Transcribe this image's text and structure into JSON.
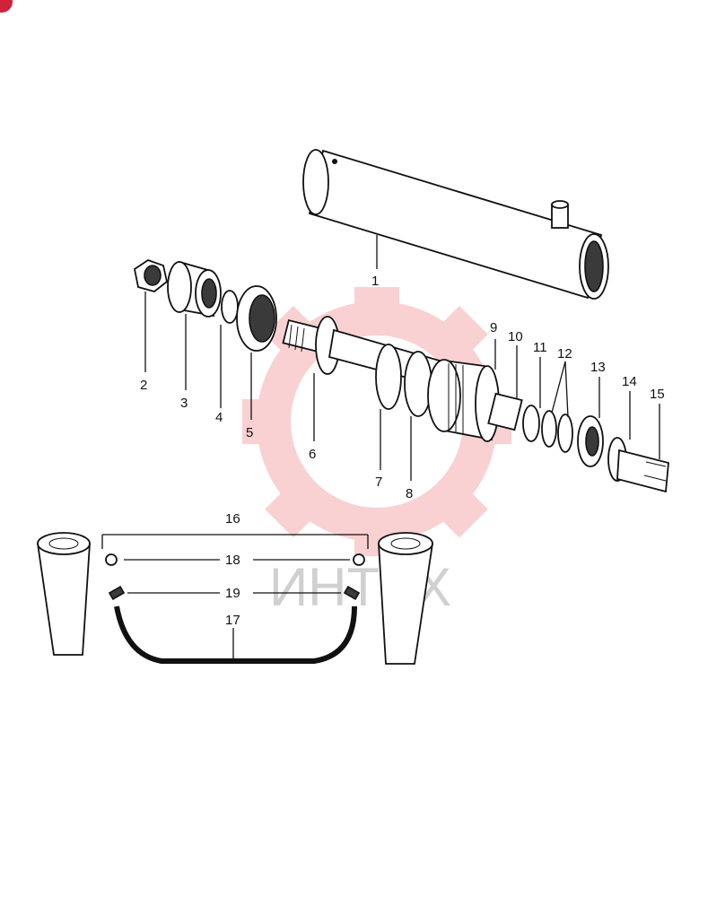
{
  "callouts": [
    "1",
    "2",
    "3",
    "4",
    "5",
    "6",
    "7",
    "8",
    "9",
    "10",
    "11",
    "12",
    "13",
    "14",
    "15",
    "16",
    "17",
    "18",
    "19"
  ],
  "watermark": {
    "text": "ИНТЕХ",
    "color": "#e8343c"
  },
  "colors": {
    "line": "#111111",
    "badge": "#d0233a"
  }
}
